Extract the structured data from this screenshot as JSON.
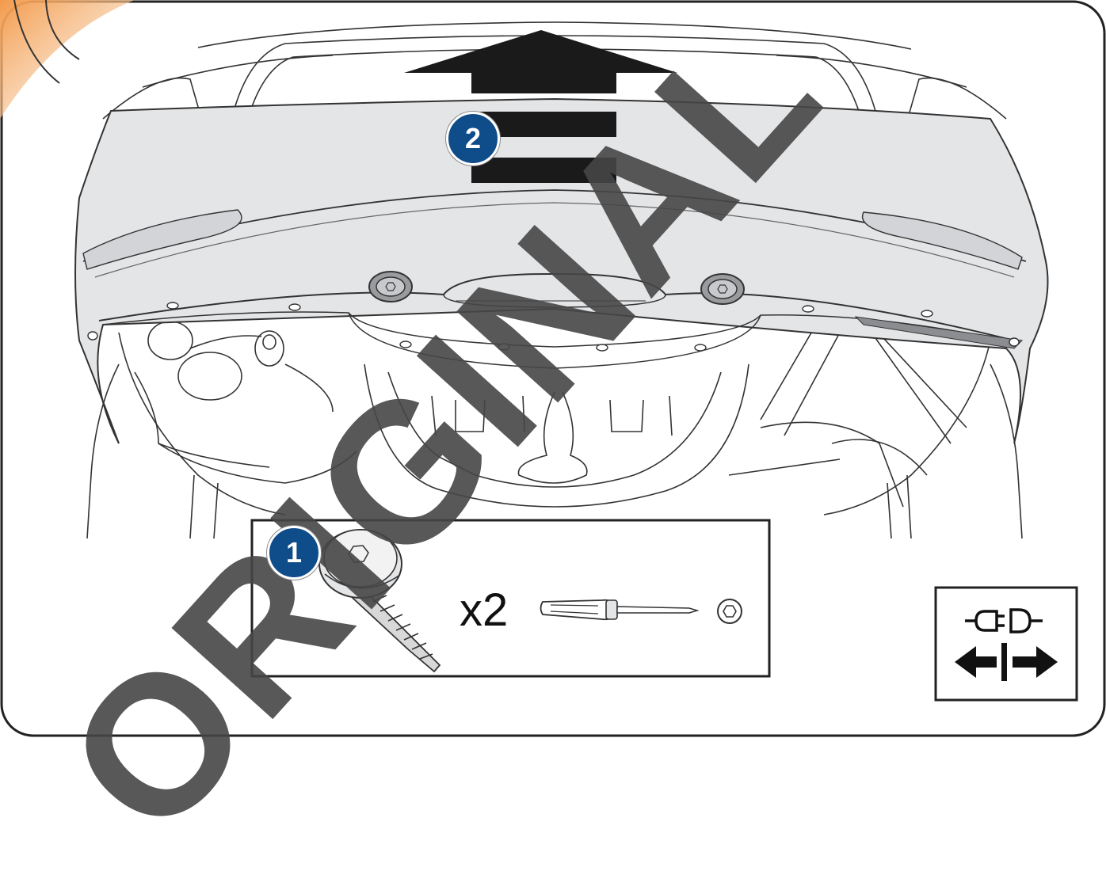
{
  "steps": [
    {
      "number": "1"
    },
    {
      "number": "2"
    }
  ],
  "fastener": {
    "quantity_label": "x2"
  },
  "watermark": {
    "text": "ORIGINAL"
  },
  "icons": {
    "screw": "torx-screw-icon",
    "screwdriver": "torx-screwdriver-icon",
    "bit": "torx-bit-icon",
    "direction": "lift-up-arrow-icon",
    "electrical": "disconnect-connector-icon"
  },
  "colors": {
    "badge": "#0f4c8a",
    "bumper": "#e4e5e7",
    "arrow": "#1a1a1a",
    "corner_accent": "#f39a4a"
  }
}
